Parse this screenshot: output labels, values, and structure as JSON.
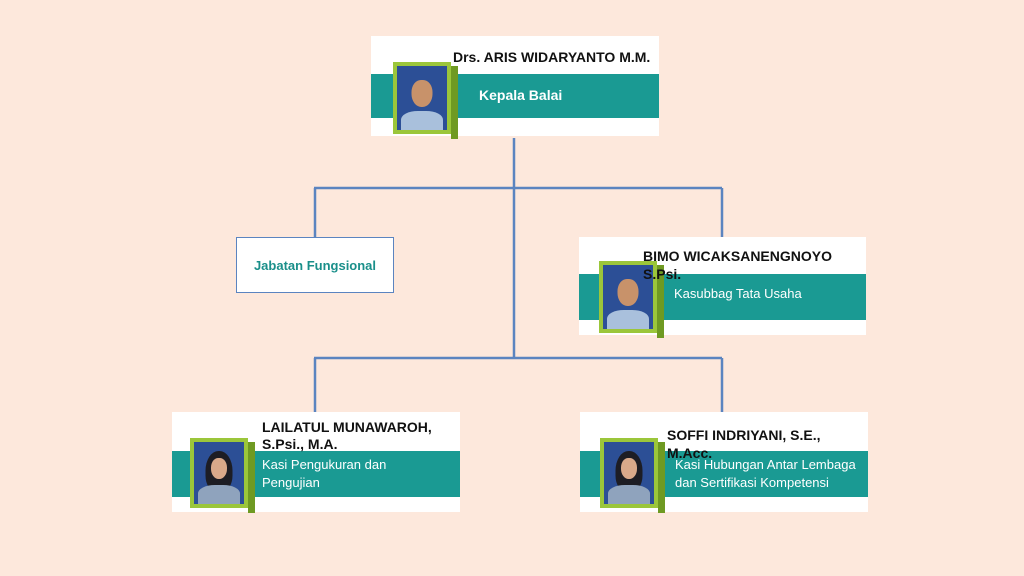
{
  "chart_colors": {
    "background": "#fde8dc",
    "band": "#1a9a93",
    "frame": "#9bc63a",
    "connector": "#5b84c0"
  },
  "head": {
    "name": "Drs. ARIS WIDARYANTO M.M.",
    "role": "Kepala Balai"
  },
  "fungsional": {
    "label": "Jabatan Fungsional"
  },
  "tata_usaha": {
    "name": "BIMO WICAKSANENGNOYO S.Psi.",
    "role": "Kasubbag Tata Usaha"
  },
  "pengukuran": {
    "name_line1": "LAILATUL MUNAWAROH,",
    "name_line2": "S.Psi., M.A.",
    "role_line1": "Kasi Pengukuran dan",
    "role_line2": "Pengujian"
  },
  "hubungan": {
    "name": "SOFFI INDRIYANI, S.E., M.Acc.",
    "role_line1": "Kasi Hubungan Antar Lembaga",
    "role_line2": "dan Sertifikasi Kompetensi"
  }
}
